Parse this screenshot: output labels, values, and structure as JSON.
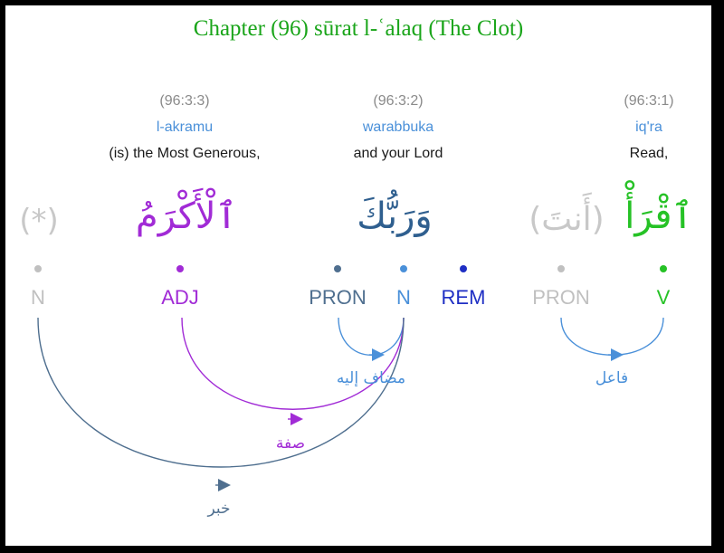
{
  "title": "Chapter (96) sūrat l-ʿalaq (The Clot)",
  "words": [
    {
      "location": "(96:3:3)",
      "transliteration": "l-akramu",
      "translation": "(is) the Most Generous,",
      "arabic": "ٱلْأَكْرَمُ"
    },
    {
      "location": "(96:3:2)",
      "transliteration": "warabbuka",
      "translation": "and your Lord",
      "arabic": "وَرَبُّكَ"
    },
    {
      "location": "(96:3:1)",
      "transliteration": "iq'ra",
      "translation": "Read,",
      "arabic": "ٱقْرَأْ"
    }
  ],
  "hidden": [
    {
      "text": "(*)"
    },
    {
      "text": "(أَنتَ)"
    }
  ],
  "tags": [
    {
      "label": "N",
      "color": "#c0c0c0"
    },
    {
      "label": "ADJ",
      "color": "#a12bd6"
    },
    {
      "label": "PRON",
      "color": "#4f6f8f"
    },
    {
      "label": "N",
      "color": "#4a90d9"
    },
    {
      "label": "REM",
      "color": "#1f2fc4"
    },
    {
      "label": "PRON",
      "color": "#c0c0c0"
    },
    {
      "label": "V",
      "color": "#26c226"
    }
  ],
  "arcs": [
    {
      "label": "مضاف إليه",
      "color": "#4a90d9"
    },
    {
      "label": "فاعل",
      "color": "#4a90d9"
    },
    {
      "label": "صفة",
      "color": "#a12bd6"
    },
    {
      "label": "خبر",
      "color": "#4f6f8f"
    }
  ],
  "colors": {
    "akramu": "#a12bd6",
    "wa": "#1f2fc4",
    "rabbu": "#4f6f8f",
    "ka": "#4a90d9",
    "iqra": "#26c226",
    "hidden": "#c8c8c8"
  }
}
